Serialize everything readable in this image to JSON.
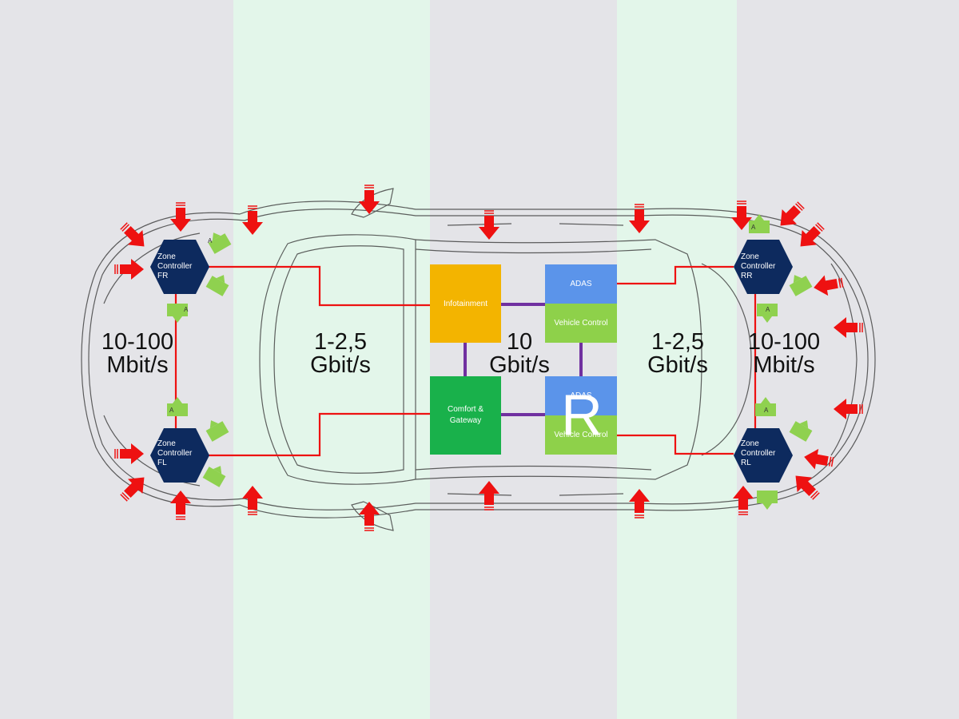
{
  "bands": [
    "gray",
    "green",
    "gray",
    "green",
    "gray"
  ],
  "colors": {
    "gray": "#e4e4e8",
    "green": "#e3f6ea",
    "zone": "#0d2a5e",
    "infotainment": "#f3b400",
    "adas": "#5b94ea",
    "vehicle_control": "#8ed14a",
    "comfort": "#19b14b",
    "arrow": "#ee1111",
    "actuator": "#8fd14f",
    "ring": "#ee1111",
    "backbone": "#7030a0"
  },
  "speeds": [
    {
      "line1": "10-100",
      "line2": "Mbit/s"
    },
    {
      "line1": "1-2,5",
      "line2": "Gbit/s"
    },
    {
      "line1": "10",
      "line2": "Gbit/s"
    },
    {
      "line1": "1-2,5",
      "line2": "Gbit/s"
    },
    {
      "line1": "10-100",
      "line2": "Mbit/s"
    }
  ],
  "zones": [
    {
      "line1": "Zone",
      "line2": "Controller",
      "line3": "FR"
    },
    {
      "line1": "Zone",
      "line2": "Controller",
      "line3": "FL"
    },
    {
      "line1": "Zone",
      "line2": "Controller",
      "line3": "RR"
    },
    {
      "line1": "Zone",
      "line2": "Controller",
      "line3": "RL"
    }
  ],
  "blocks": {
    "infotainment": "Infotainment",
    "adas_top": "ADAS",
    "vehicle_control_top": "Vehicle Control",
    "comfort": "Comfort & Gateway",
    "adas_bottom": "ADAS",
    "vehicle_control_bottom": "Vehicle Control",
    "redundant_mark": "R"
  },
  "actuator_label": "A",
  "icons": [
    "sensor-arrow-icon",
    "actuator-icon"
  ]
}
